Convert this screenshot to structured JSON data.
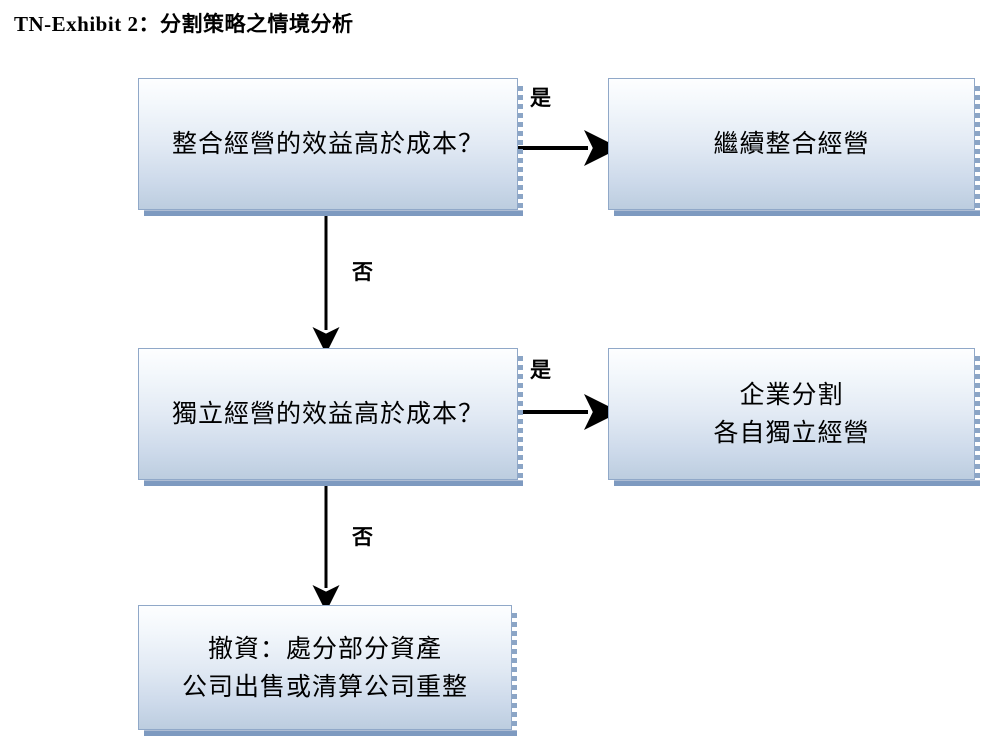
{
  "page": {
    "title": "TN-Exhibit 2：分割策略之情境分析",
    "background_color": "#ffffff"
  },
  "theme": {
    "node_border_color": "#90a8c8",
    "node_fill_top": "#fdfeff",
    "node_fill_bottom": "#bccddf",
    "node_shadow_color": "#7e9ac0",
    "arrow_color": "#000000",
    "text_color": "#000000"
  },
  "diagram": {
    "type": "flowchart",
    "nodes": [
      {
        "id": "integrate-question",
        "kind": "decision",
        "lines": [
          "整合經營的效益高於成本？"
        ]
      },
      {
        "id": "continue-integrate",
        "kind": "outcome",
        "lines": [
          "繼續整合經營"
        ]
      },
      {
        "id": "standalone-question",
        "kind": "decision",
        "lines": [
          "獨立經營的效益高於成本？"
        ]
      },
      {
        "id": "split-independent",
        "kind": "outcome",
        "lines": [
          "企業分割",
          "各自獨立經營"
        ]
      },
      {
        "id": "divest",
        "kind": "outcome",
        "lines": [
          "撤資：處分部分資產",
          "公司出售或清算公司重整"
        ]
      }
    ],
    "edges": [
      {
        "id": "edge-yes-1",
        "from": "integrate-question",
        "to": "continue-integrate",
        "label": "是",
        "direction": "right"
      },
      {
        "id": "edge-no-1",
        "from": "integrate-question",
        "to": "standalone-question",
        "label": "否",
        "direction": "down"
      },
      {
        "id": "edge-yes-2",
        "from": "standalone-question",
        "to": "split-independent",
        "label": "是",
        "direction": "right"
      },
      {
        "id": "edge-no-2",
        "from": "standalone-question",
        "to": "divest",
        "label": "否",
        "direction": "down"
      }
    ]
  }
}
